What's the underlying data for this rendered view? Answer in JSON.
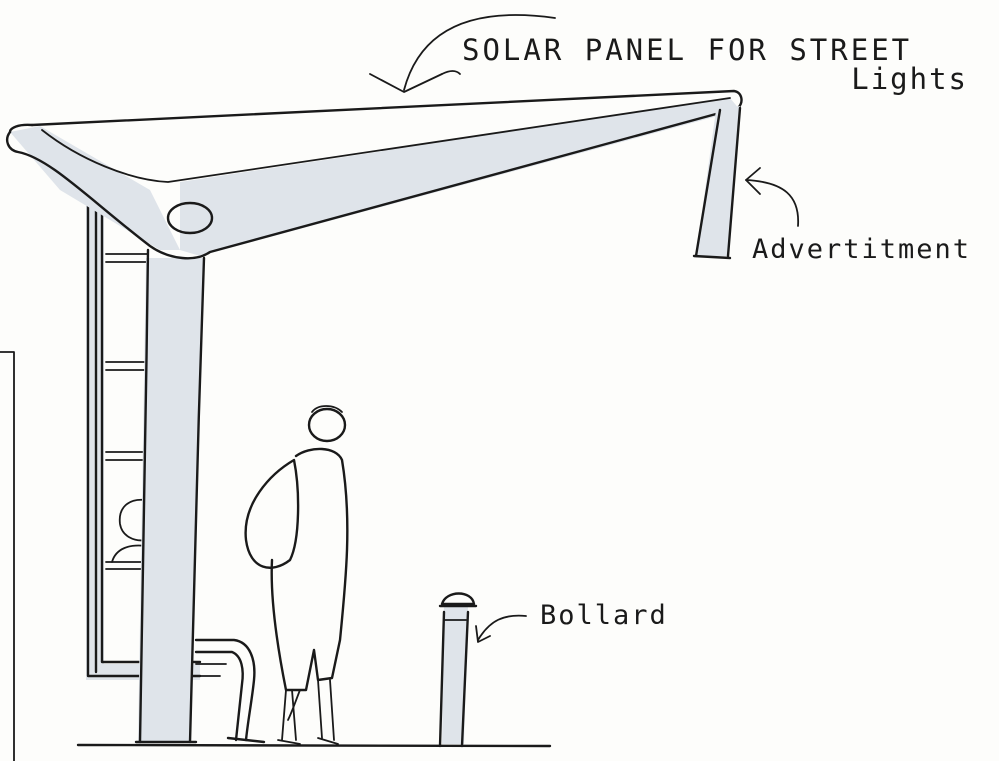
{
  "labels": {
    "solar_line1": "SOLAR PANEL FOR STREET",
    "solar_line2": "Lights",
    "advertisement": "Advertitment",
    "bollard": "Bollard"
  },
  "colors": {
    "ink": "#1a1a1a",
    "shade": "#dfe4ea",
    "paper": "#fdfdfb"
  }
}
